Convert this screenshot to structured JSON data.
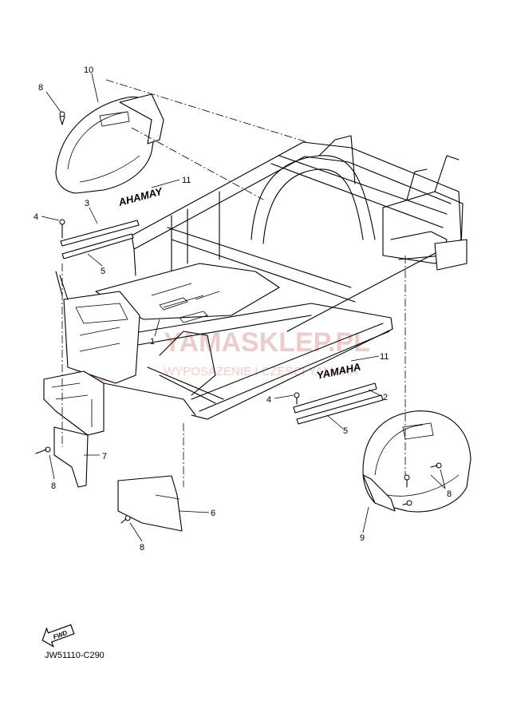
{
  "diagram": {
    "code": "JW51110-C290",
    "fwd_label": "FWD",
    "decals": {
      "left": "AHAMAY",
      "right": "YAMAHA"
    },
    "watermark": {
      "line1": "YAMASKLEP.PL",
      "line2": "WYPOSAŻENIE I CZĘŚCI YAMAHA"
    },
    "callouts": {
      "c1": "1",
      "c2": "2",
      "c3": "3",
      "c4a": "4",
      "c4b": "4",
      "c5a": "5",
      "c5b": "5",
      "c6": "6",
      "c7": "7",
      "c8a": "8",
      "c8b": "8",
      "c8c": "8",
      "c8d": "8",
      "c9": "9",
      "c10": "10",
      "c11a": "11",
      "c11b": "11"
    }
  }
}
